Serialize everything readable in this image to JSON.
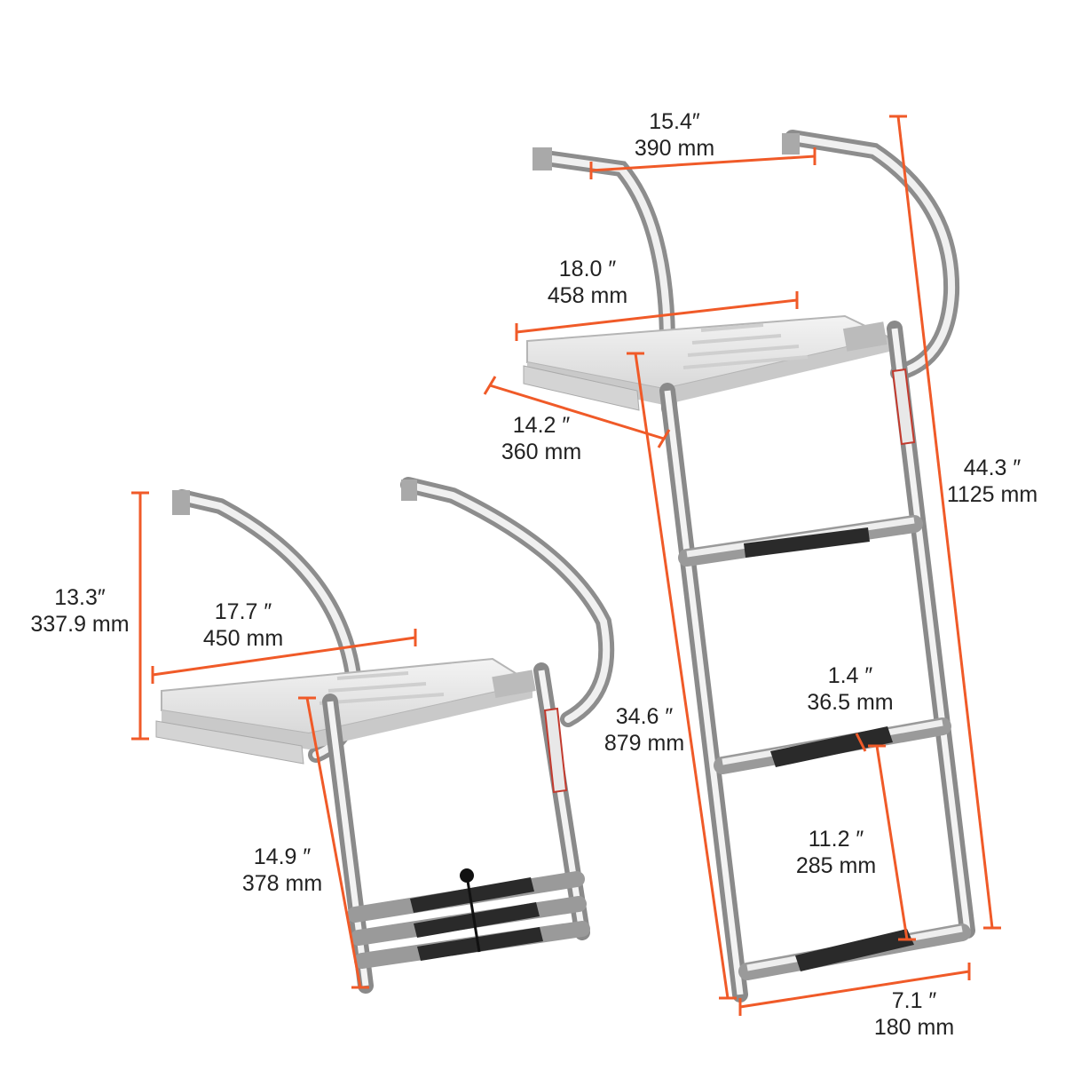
{
  "colors": {
    "dimension_line": "#f05a28",
    "steel_light": "#f2f2f2",
    "steel_mid": "#c8c8c8",
    "steel_dark": "#7a7a7a",
    "platform": "#e6e6e6",
    "tread": "#2a2a2a",
    "text": "#222222"
  },
  "dimensions": {
    "handrail_width": {
      "inch": "15.4″",
      "mm": "390 mm"
    },
    "platform_width_extended": {
      "inch": "18.0 ″",
      "mm": "458 mm"
    },
    "platform_depth": {
      "inch": "14.2 ″",
      "mm": "360 mm"
    },
    "total_height": {
      "inch": "44.3 ″",
      "mm": "1125 mm"
    },
    "ladder_length": {
      "inch": "34.6 ″",
      "mm": "879 mm"
    },
    "step_width": {
      "inch": "1.4 ″",
      "mm": "36.5 mm"
    },
    "step_spacing": {
      "inch": "11.2 ″",
      "mm": "285 mm"
    },
    "ladder_width": {
      "inch": "7.1 ″",
      "mm": "180 mm"
    },
    "handrail_height": {
      "inch": "13.3″",
      "mm": "337.9 mm"
    },
    "platform_width_folded": {
      "inch": "17.7 ″",
      "mm": "450 mm"
    },
    "folded_ladder_length": {
      "inch": "14.9 ″",
      "mm": "378 mm"
    }
  }
}
